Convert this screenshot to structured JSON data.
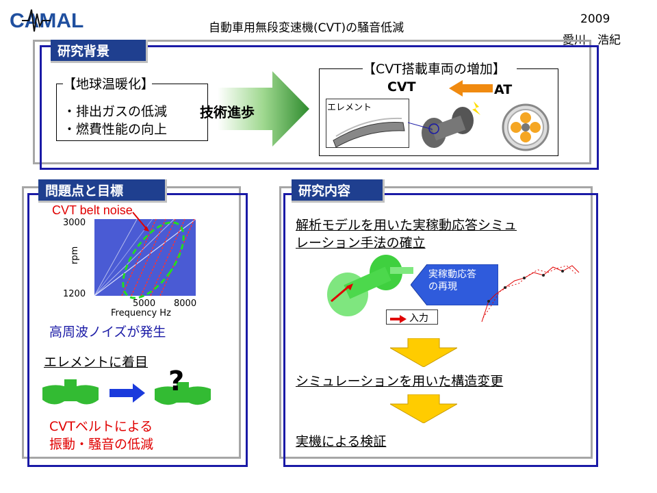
{
  "header": {
    "logo_text": "CAMAL",
    "title": "自動車用無段変速機(CVT)の騒音低減",
    "year": "2009",
    "author": "愛川　浩紀"
  },
  "background_section": {
    "label": "研究背景",
    "left_box_line1": "【地球温暖化】",
    "left_box_line2": "・排出ガスの低減",
    "left_box_line3": "・燃費性能の向上",
    "arrow_text": "技術進歩",
    "right_title": "【CVT搭載車両の増加】",
    "cvt_label": "CVT",
    "at_label": "AT",
    "element_caption": "エレメント"
  },
  "problem_section": {
    "label": "問題点と目標",
    "noise_caption": "CVT belt noise",
    "high_freq_text": "高周波ノイズが発生",
    "focus_text": "エレメントに着目",
    "question_mark": "?",
    "goal_line1": "CVTベルトによる",
    "goal_line2": "振動・騒音の低減"
  },
  "chart_data": {
    "type": "heatmap",
    "title": "",
    "xlabel": "Frequency  Hz",
    "ylabel": "rpm",
    "x_ticks": [
      "5000",
      "8000"
    ],
    "y_ticks": [
      "3000",
      "1200"
    ],
    "ylim": [
      1200,
      3000
    ]
  },
  "research_section": {
    "label": "研究内容",
    "step1_line1": "解析モデルを用いた実稼動応答シミュ",
    "step1_line2": "レーション手法の確立",
    "callout_line1": "実稼動応答",
    "callout_line2": "の再現",
    "input_label": "入力",
    "step2": "シミュレーションを用いた構造変更",
    "step3": "実機による検証"
  },
  "colors": {
    "section_label_bg": "#1f3f8f",
    "frame_blue": "#1a1aa6",
    "frame_gray": "#a6a6a6",
    "accent_red": "#e00000",
    "arrow_yellow": "#ffcc00"
  }
}
